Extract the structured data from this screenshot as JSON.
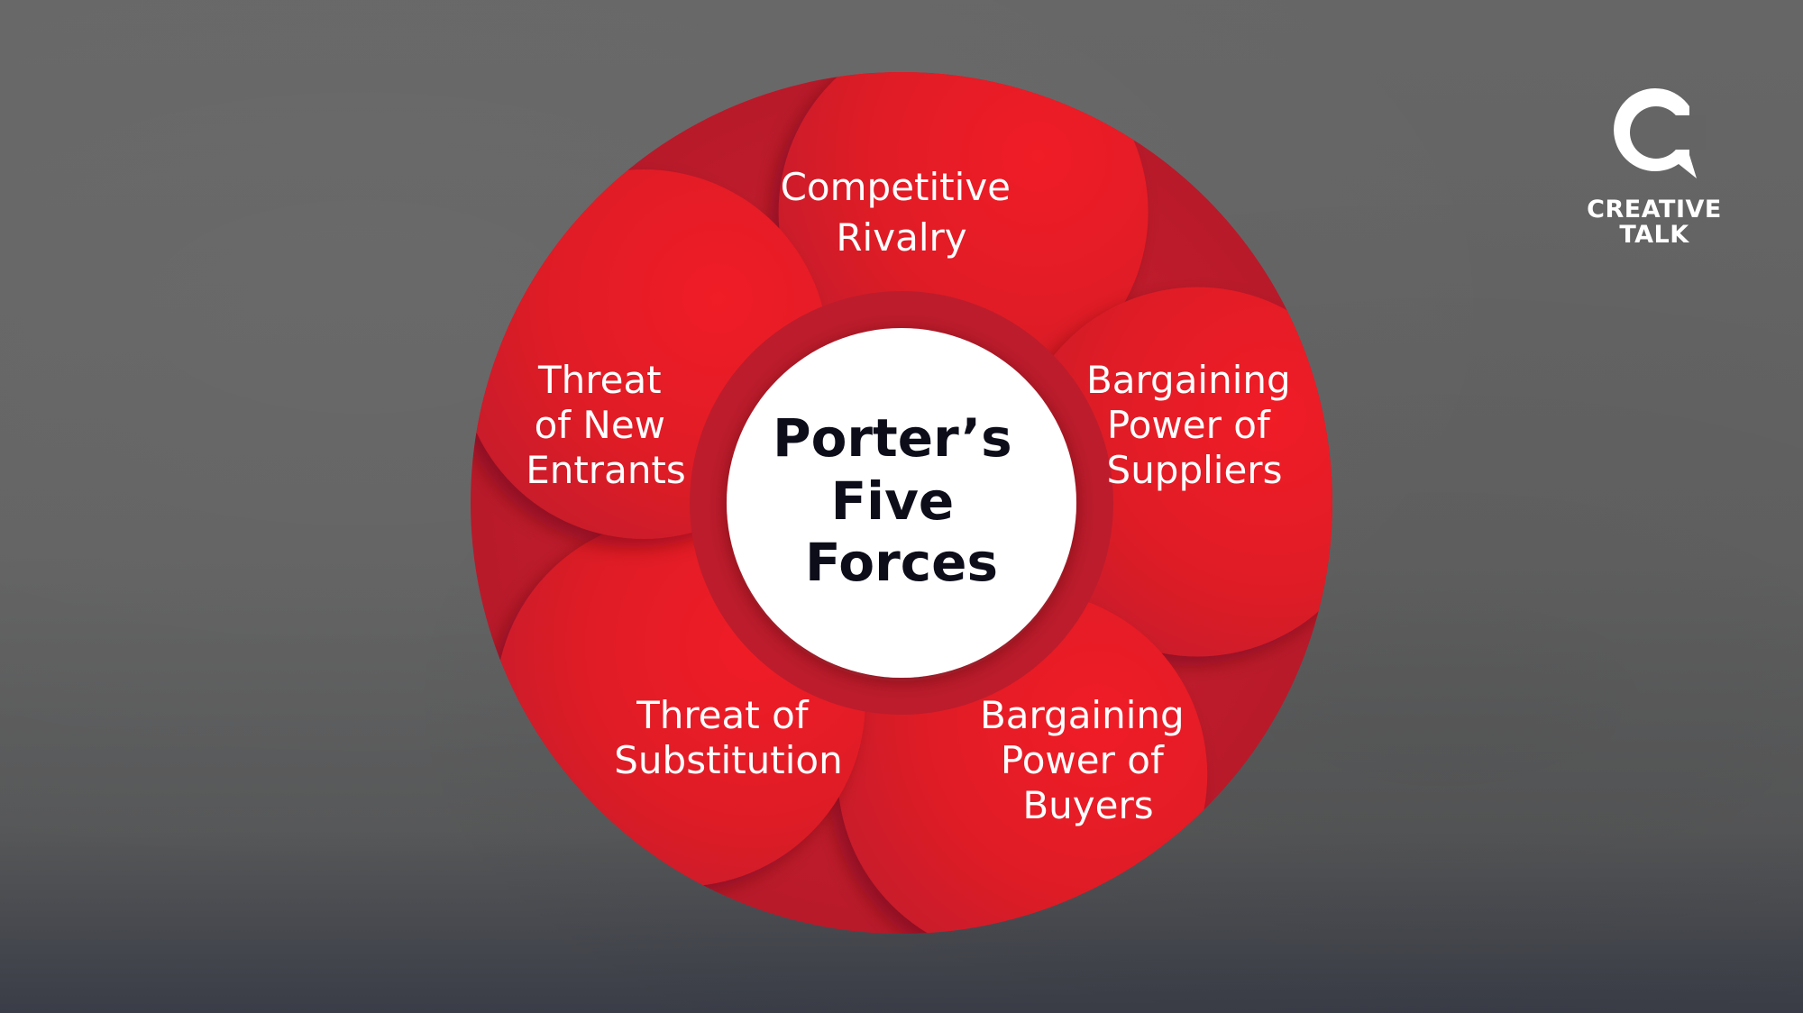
{
  "center": {
    "lines": [
      "Porter’s",
      "Five",
      "Forces"
    ]
  },
  "forces": [
    {
      "lines": [
        "Competitive",
        "Rivalry"
      ]
    },
    {
      "lines": [
        "Bargaining",
        "Power of",
        "Suppliers"
      ]
    },
    {
      "lines": [
        "Bargaining",
        "Power of",
        "Buyers"
      ]
    },
    {
      "lines": [
        "Threat of",
        "Substitution"
      ]
    },
    {
      "lines": [
        "Threat",
        "of New",
        "Entrants"
      ]
    }
  ],
  "logo": {
    "line1": "CREATIVE",
    "line2": "TALK"
  },
  "colors": {
    "ring": "#bd1c2c",
    "petal_light": "#ee1c25",
    "center": "#ffffff",
    "center_text": "#0d0d1a",
    "force_text": "#ffffff"
  }
}
